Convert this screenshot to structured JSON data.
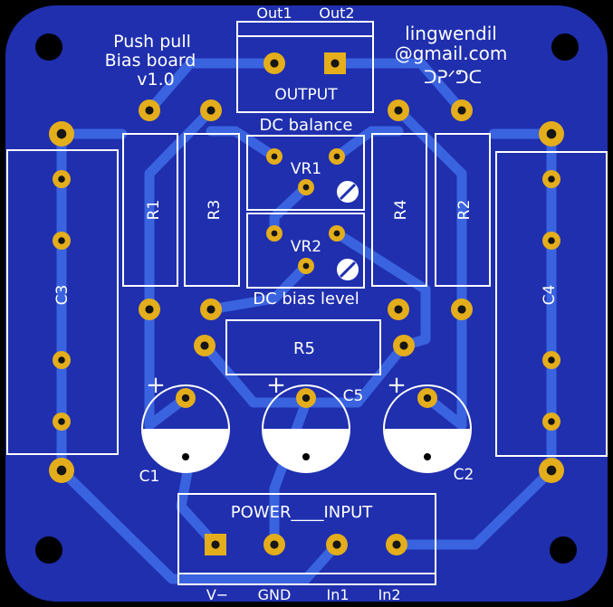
{
  "colors": {
    "background": "#000000",
    "board": "#1f2fae",
    "trace": "#3a63e0",
    "silk": "#ffffff",
    "pad": "#e3ad1c",
    "drill": "#161616",
    "hole": "#000000"
  },
  "title_lines": [
    "Push pull",
    "Bias board",
    "v1.0"
  ],
  "author_lines": [
    "lingwendil",
    "@gmail.com"
  ],
  "author_script": "ᑐᕈᐟᕤᑕ",
  "labels": {
    "out1": "Out1",
    "out2": "Out2",
    "output": "OUTPUT",
    "dc_balance": "DC balance",
    "dc_bias_level": "DC bias level",
    "vr1": "VR1",
    "vr2": "VR2",
    "r1": "R1",
    "r2": "R2",
    "r3": "R3",
    "r4": "R4",
    "r5": "R5",
    "c1": "C1",
    "c2": "C2",
    "c3": "C3",
    "c4": "C4",
    "c5": "C5",
    "plus": "+",
    "power_input": "POWER____INPUT",
    "v_minus": "V−",
    "gnd": "GND",
    "in1": "In1",
    "in2": "In2"
  },
  "icons": {
    "trimmer": "trimmer-screw-icon"
  }
}
